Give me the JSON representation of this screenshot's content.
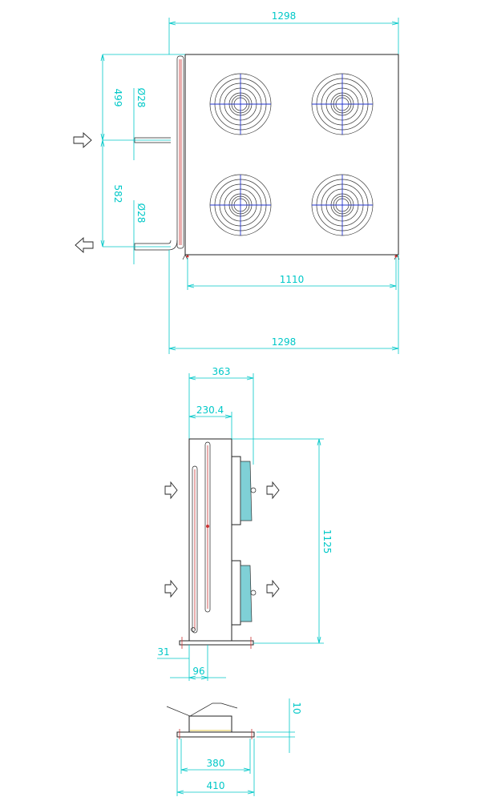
{
  "top_view": {
    "dim_total_width_top": "1298",
    "dim_total_width_bottom": "1298",
    "dim_leg_span": "1110",
    "dim_upper_height": "499",
    "dim_lower_height": "582",
    "dim_pipe_dia_upper": "Ø28",
    "dim_pipe_dia_lower": "Ø28",
    "fan_count": 4
  },
  "side_view": {
    "dim_overall_depth": "363",
    "dim_body_depth": "230.4",
    "dim_height": "1125",
    "dim_pipe_offset": "31",
    "dim_pipe_spacing": "96"
  },
  "bottom_view": {
    "dim_flange": "10",
    "dim_inner_width": "380",
    "dim_outer_width": "410"
  },
  "colors": {
    "dimension": "#00c8c8",
    "outline": "#222222",
    "pipe": "#cc3333",
    "fan_cross": "#2233cc",
    "fan_housing": "#7fd0d6"
  }
}
